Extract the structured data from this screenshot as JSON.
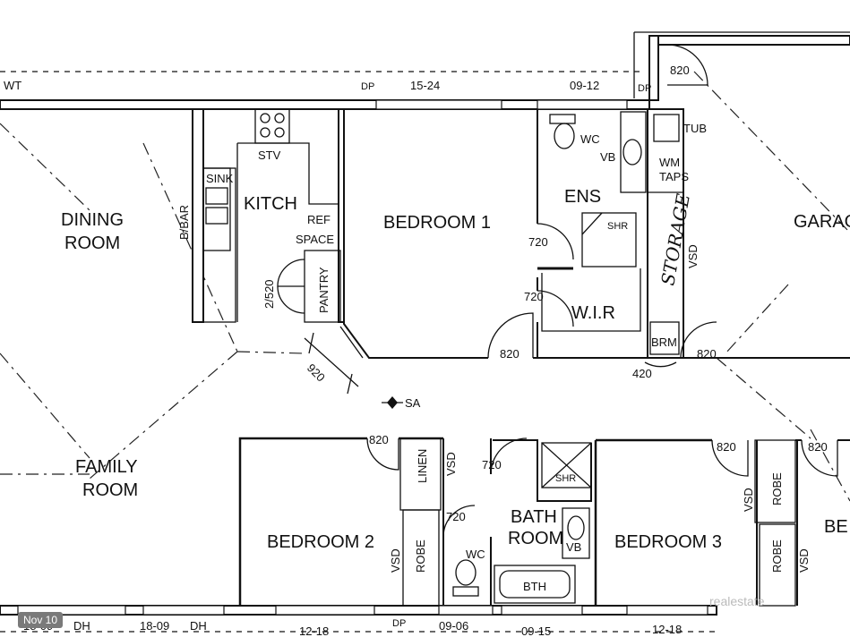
{
  "rooms": {
    "dining": [
      "DINING",
      "ROOM"
    ],
    "family": [
      "FAMILY",
      "ROOM"
    ],
    "kitch": "KITCH",
    "bedroom1": "BEDROOM 1",
    "bedroom2": "BEDROOM 2",
    "bedroom3": "BEDROOM 3",
    "bed4_partial": "BE",
    "ens": "ENS",
    "wir": "W.I.R",
    "bath": [
      "BATH",
      "ROOM"
    ],
    "garage_partial": "GARAG",
    "pantry": "PANTRY",
    "linen": "LINEN",
    "robe": "ROBE",
    "brm": "BRM",
    "storage": "STORAGE"
  },
  "fixtures": {
    "sink": "SINK",
    "stv": "STV",
    "bbar": "B/BAR",
    "ref_space": [
      "REF",
      "SPACE"
    ],
    "wc": "WC",
    "vb": "VB",
    "shr": "SHR",
    "tub": "TUB",
    "wm_taps": [
      "WM",
      "TAPS"
    ],
    "vsd": "VSD",
    "bth": "BTH",
    "sa": "SA",
    "dp": "DP",
    "dh": "DH"
  },
  "dimensions": {
    "d820": "820",
    "d720": "720",
    "d920": "920",
    "d420": "420",
    "d2_520": "2/520",
    "w15_24": "15-24",
    "w09_12": "09-12",
    "w12_18": "12-18",
    "w09_06": "09-06",
    "w09_15": "09-15",
    "w18_09": "18-09",
    "wt": "WT"
  },
  "badge": "Nov 10",
  "watermark": "realestate"
}
